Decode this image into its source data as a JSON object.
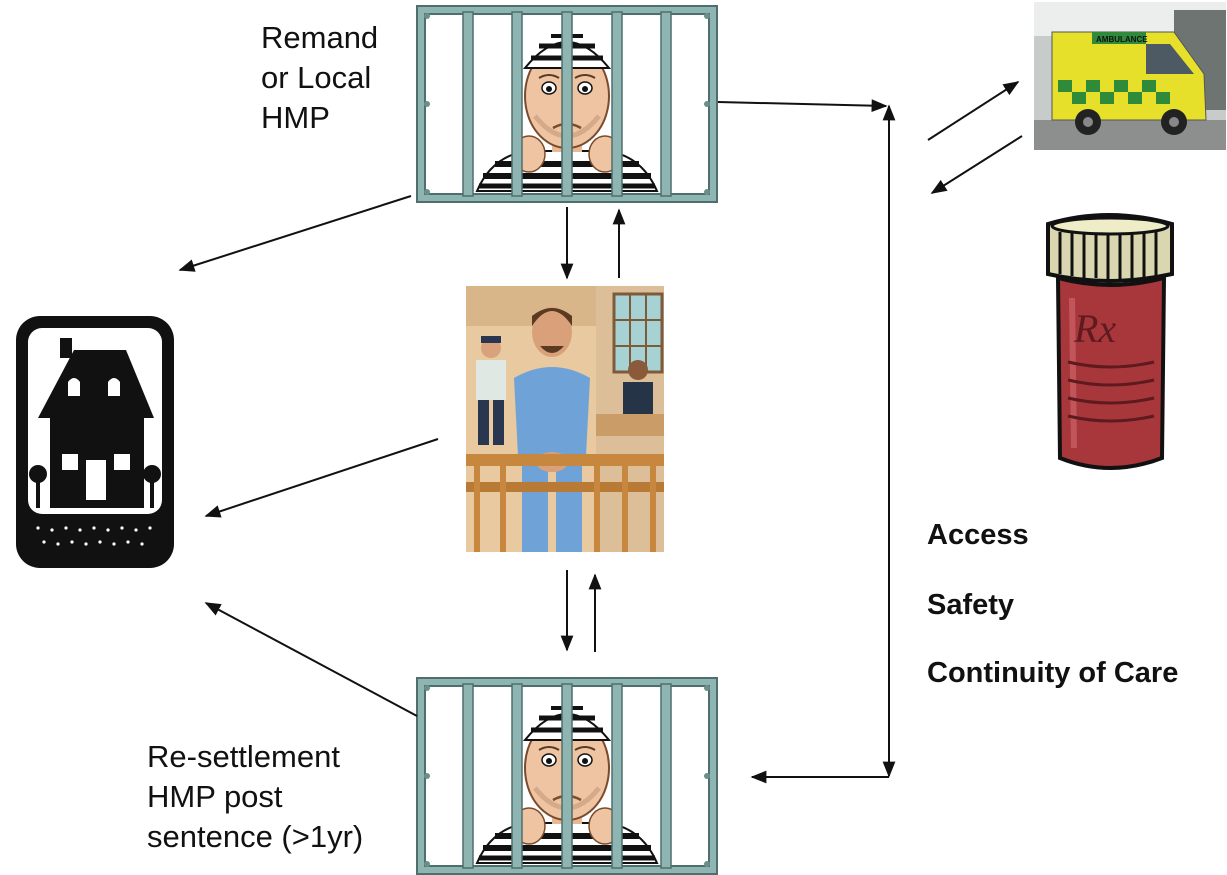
{
  "labels": {
    "remand_lines": [
      "Remand",
      "or Local",
      "HMP"
    ],
    "resettlement_lines": [
      "Re-settlement",
      "HMP post",
      "sentence (>1yr)"
    ]
  },
  "keywords": [
    "Access",
    "Safety",
    "Continuity of Care"
  ],
  "ambulance_text": "AMBULANCE",
  "prescription_text": "Rx",
  "icons": {
    "prison_top": "prisoner-behind-bars-icon",
    "prison_bottom": "prisoner-behind-bars-icon",
    "courtroom": "courtroom-defendant-icon",
    "home": "house-icon",
    "ambulance": "ambulance-icon",
    "medication": "prescription-bottle-icon"
  },
  "colors": {
    "bars": "#7fa8a6",
    "bars_dark": "#4f6f6d",
    "pill_bottle": "#a8373c",
    "ambulance_body": "#e6e02a",
    "ambulance_check": "#2f8a3a"
  }
}
